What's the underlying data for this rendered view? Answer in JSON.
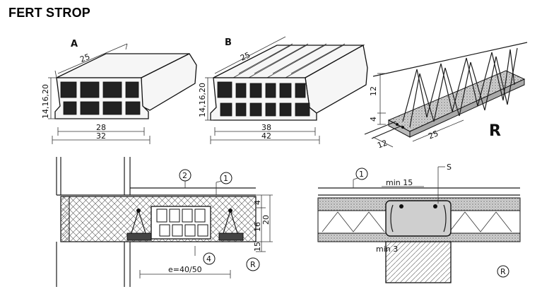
{
  "title": "FERT STROP",
  "block_a": {
    "letter": "A",
    "width": "25",
    "height": "14,16,20",
    "base_inner": "28",
    "base_outer": "32"
  },
  "block_b": {
    "letter": "B",
    "width": "25",
    "height": "14,16,20",
    "base_inner": "38",
    "base_outer": "42"
  },
  "truss": {
    "letter": "R",
    "height_top": "12",
    "height_bottom": "4",
    "width": "25",
    "depth": "12"
  },
  "section_left": {
    "marker1": "1",
    "marker2": "2",
    "marker4": "4",
    "marker_r": "R",
    "spacing": "e=40/50",
    "dim_4": "4",
    "dim_16": "16",
    "dim_20": "20",
    "dim_15": "15"
  },
  "section_right": {
    "marker1": "1",
    "min15": "min 15",
    "s_label": "S",
    "min3": "min 3",
    "marker_r": "R"
  }
}
